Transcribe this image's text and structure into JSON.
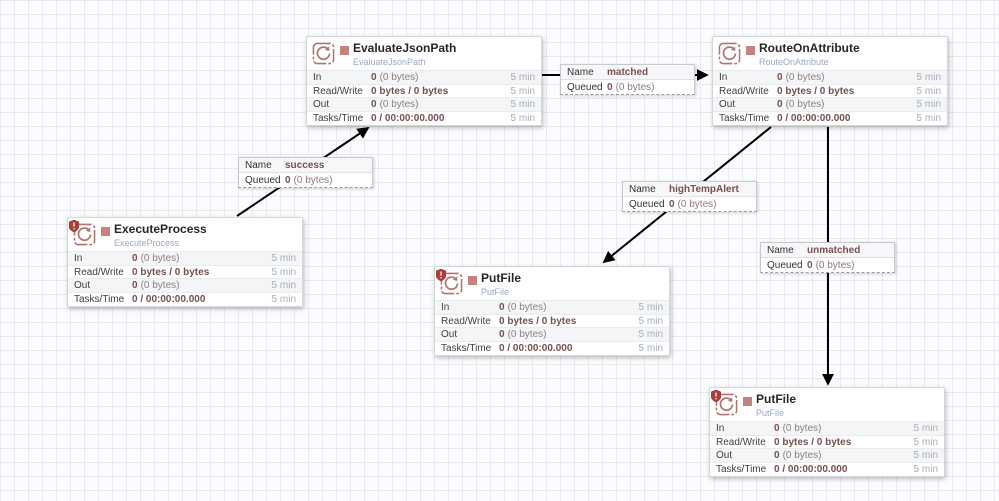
{
  "colors": {
    "stopped_square": "#c5817d",
    "processor_icon": "#af7572",
    "restricted_shield": "#ad3e3e",
    "value_text": "#775050",
    "type_text": "#9aa8c6",
    "connection_line": "#000000"
  },
  "label_keys": {
    "name": "Name",
    "queued": "Queued"
  },
  "processors": [
    {
      "name": "EvaluateJsonPath",
      "type": "EvaluateJsonPath",
      "restricted": false,
      "stats": [
        {
          "label": "In",
          "main": "0",
          "sub": "(0 bytes)",
          "window": "5 min"
        },
        {
          "label": "Read/Write",
          "main": "0 bytes / 0 bytes",
          "sub": "",
          "window": "5 min"
        },
        {
          "label": "Out",
          "main": "0",
          "sub": "(0 bytes)",
          "window": "5 min"
        },
        {
          "label": "Tasks/Time",
          "main": "0 / 00:00:00.000",
          "sub": "",
          "window": "5 min"
        }
      ]
    },
    {
      "name": "RouteOnAttribute",
      "type": "RouteOnAttribute",
      "restricted": false,
      "stats": [
        {
          "label": "In",
          "main": "0",
          "sub": "(0 bytes)",
          "window": "5 min"
        },
        {
          "label": "Read/Write",
          "main": "0 bytes / 0 bytes",
          "sub": "",
          "window": "5 min"
        },
        {
          "label": "Out",
          "main": "0",
          "sub": "(0 bytes)",
          "window": "5 min"
        },
        {
          "label": "Tasks/Time",
          "main": "0 / 00:00:00.000",
          "sub": "",
          "window": "5 min"
        }
      ]
    },
    {
      "name": "ExecuteProcess",
      "type": "ExecuteProcess",
      "restricted": true,
      "stats": [
        {
          "label": "In",
          "main": "0",
          "sub": "(0 bytes)",
          "window": "5 min"
        },
        {
          "label": "Read/Write",
          "main": "0 bytes / 0 bytes",
          "sub": "",
          "window": "5 min"
        },
        {
          "label": "Out",
          "main": "0",
          "sub": "(0 bytes)",
          "window": "5 min"
        },
        {
          "label": "Tasks/Time",
          "main": "0 / 00:00:00.000",
          "sub": "",
          "window": "5 min"
        }
      ]
    },
    {
      "name": "PutFile",
      "type": "PutFile",
      "restricted": true,
      "stats": [
        {
          "label": "In",
          "main": "0",
          "sub": "(0 bytes)",
          "window": "5 min"
        },
        {
          "label": "Read/Write",
          "main": "0 bytes / 0 bytes",
          "sub": "",
          "window": "5 min"
        },
        {
          "label": "Out",
          "main": "0",
          "sub": "(0 bytes)",
          "window": "5 min"
        },
        {
          "label": "Tasks/Time",
          "main": "0 / 00:00:00.000",
          "sub": "",
          "window": "5 min"
        }
      ]
    },
    {
      "name": "PutFile",
      "type": "PutFile",
      "restricted": true,
      "stats": [
        {
          "label": "In",
          "main": "0",
          "sub": "(0 bytes)",
          "window": "5 min"
        },
        {
          "label": "Read/Write",
          "main": "0 bytes / 0 bytes",
          "sub": "",
          "window": "5 min"
        },
        {
          "label": "Out",
          "main": "0",
          "sub": "(0 bytes)",
          "window": "5 min"
        },
        {
          "label": "Tasks/Time",
          "main": "0 / 00:00:00.000",
          "sub": "",
          "window": "5 min"
        }
      ]
    }
  ],
  "connections": [
    {
      "name": "success",
      "queued_count": "0",
      "queued_size": "(0 bytes)"
    },
    {
      "name": "matched",
      "queued_count": "0",
      "queued_size": "(0 bytes)"
    },
    {
      "name": "highTempAlert",
      "queued_count": "0",
      "queued_size": "(0 bytes)"
    },
    {
      "name": "unmatched",
      "queued_count": "0",
      "queued_size": "(0 bytes)"
    }
  ]
}
